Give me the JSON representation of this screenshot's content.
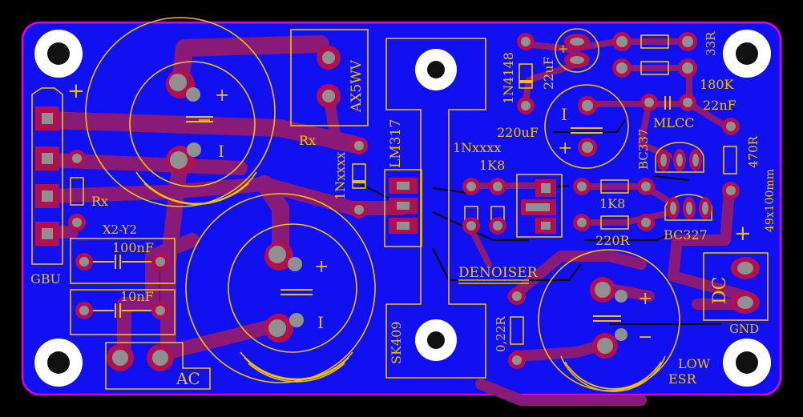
{
  "colors": {
    "background": "#000000",
    "board_edge": "#e000e0",
    "copper_pour": "#1010f0",
    "trace": "#8a1a78",
    "pad_ring": "#b01050",
    "drill": "#909090",
    "silkscreen": "#f2c200",
    "mounting_hole": "#ffffff"
  },
  "labels": {
    "ax5wv": "AX5WV",
    "rx_top": "Rx",
    "lm317": "LM317",
    "in4148": "1N4148",
    "c22uf": "22uF",
    "r33": "33R",
    "r180k": "180K",
    "c22nf": "22nF",
    "mlcc": "MLCC",
    "c220uf": "220uF",
    "in_xxxx_left": "1Nxxxx",
    "in_xxxx_mid": "1Nxxxx",
    "r1k8_top": "1K8",
    "r1k8_right": "1K8",
    "bc337": "BC337",
    "r470": "470R",
    "size": "49x100mm",
    "r220": "220R",
    "bc327": "BC327",
    "rx_left": "Rx",
    "x2y2": "X2-Y2",
    "c100nf": "100nF",
    "c10nf": "10nF",
    "gbu": "GBU",
    "ac": "AC",
    "denoiser": "DENOISER",
    "r022": "0,22R",
    "sk409": "SK409",
    "low": "LOW",
    "esr": "ESR",
    "dc": "DC",
    "gnd": "GND",
    "plus": "+",
    "minus": "−",
    "neg_mark": "I"
  }
}
